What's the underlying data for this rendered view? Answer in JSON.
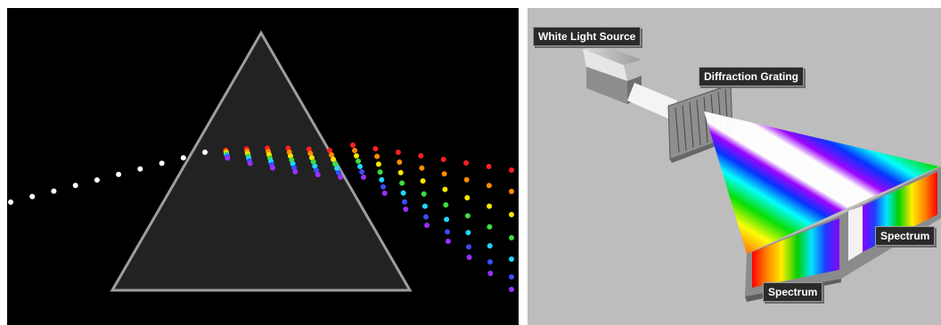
{
  "prism_diagram": {
    "colors": {
      "background": "#000000",
      "prism_fill": "#222222",
      "prism_edge": "#9e9e9e",
      "white_light": "#ffffff"
    },
    "spectrum_colors": [
      "#ff2020",
      "#ff8c00",
      "#ffe600",
      "#3ddc3d",
      "#1fd6ff",
      "#3a4dff",
      "#9b30ff"
    ]
  },
  "grating_diagram": {
    "colors": {
      "background": "#bdbdbd",
      "label_background": "#2a2a2a",
      "label_text": "#ffffff"
    },
    "labels": {
      "source": "White Light Source",
      "grating": "Diffraction Grating",
      "spectrum_right": "Spectrum",
      "spectrum_bottom": "Spectrum"
    }
  }
}
